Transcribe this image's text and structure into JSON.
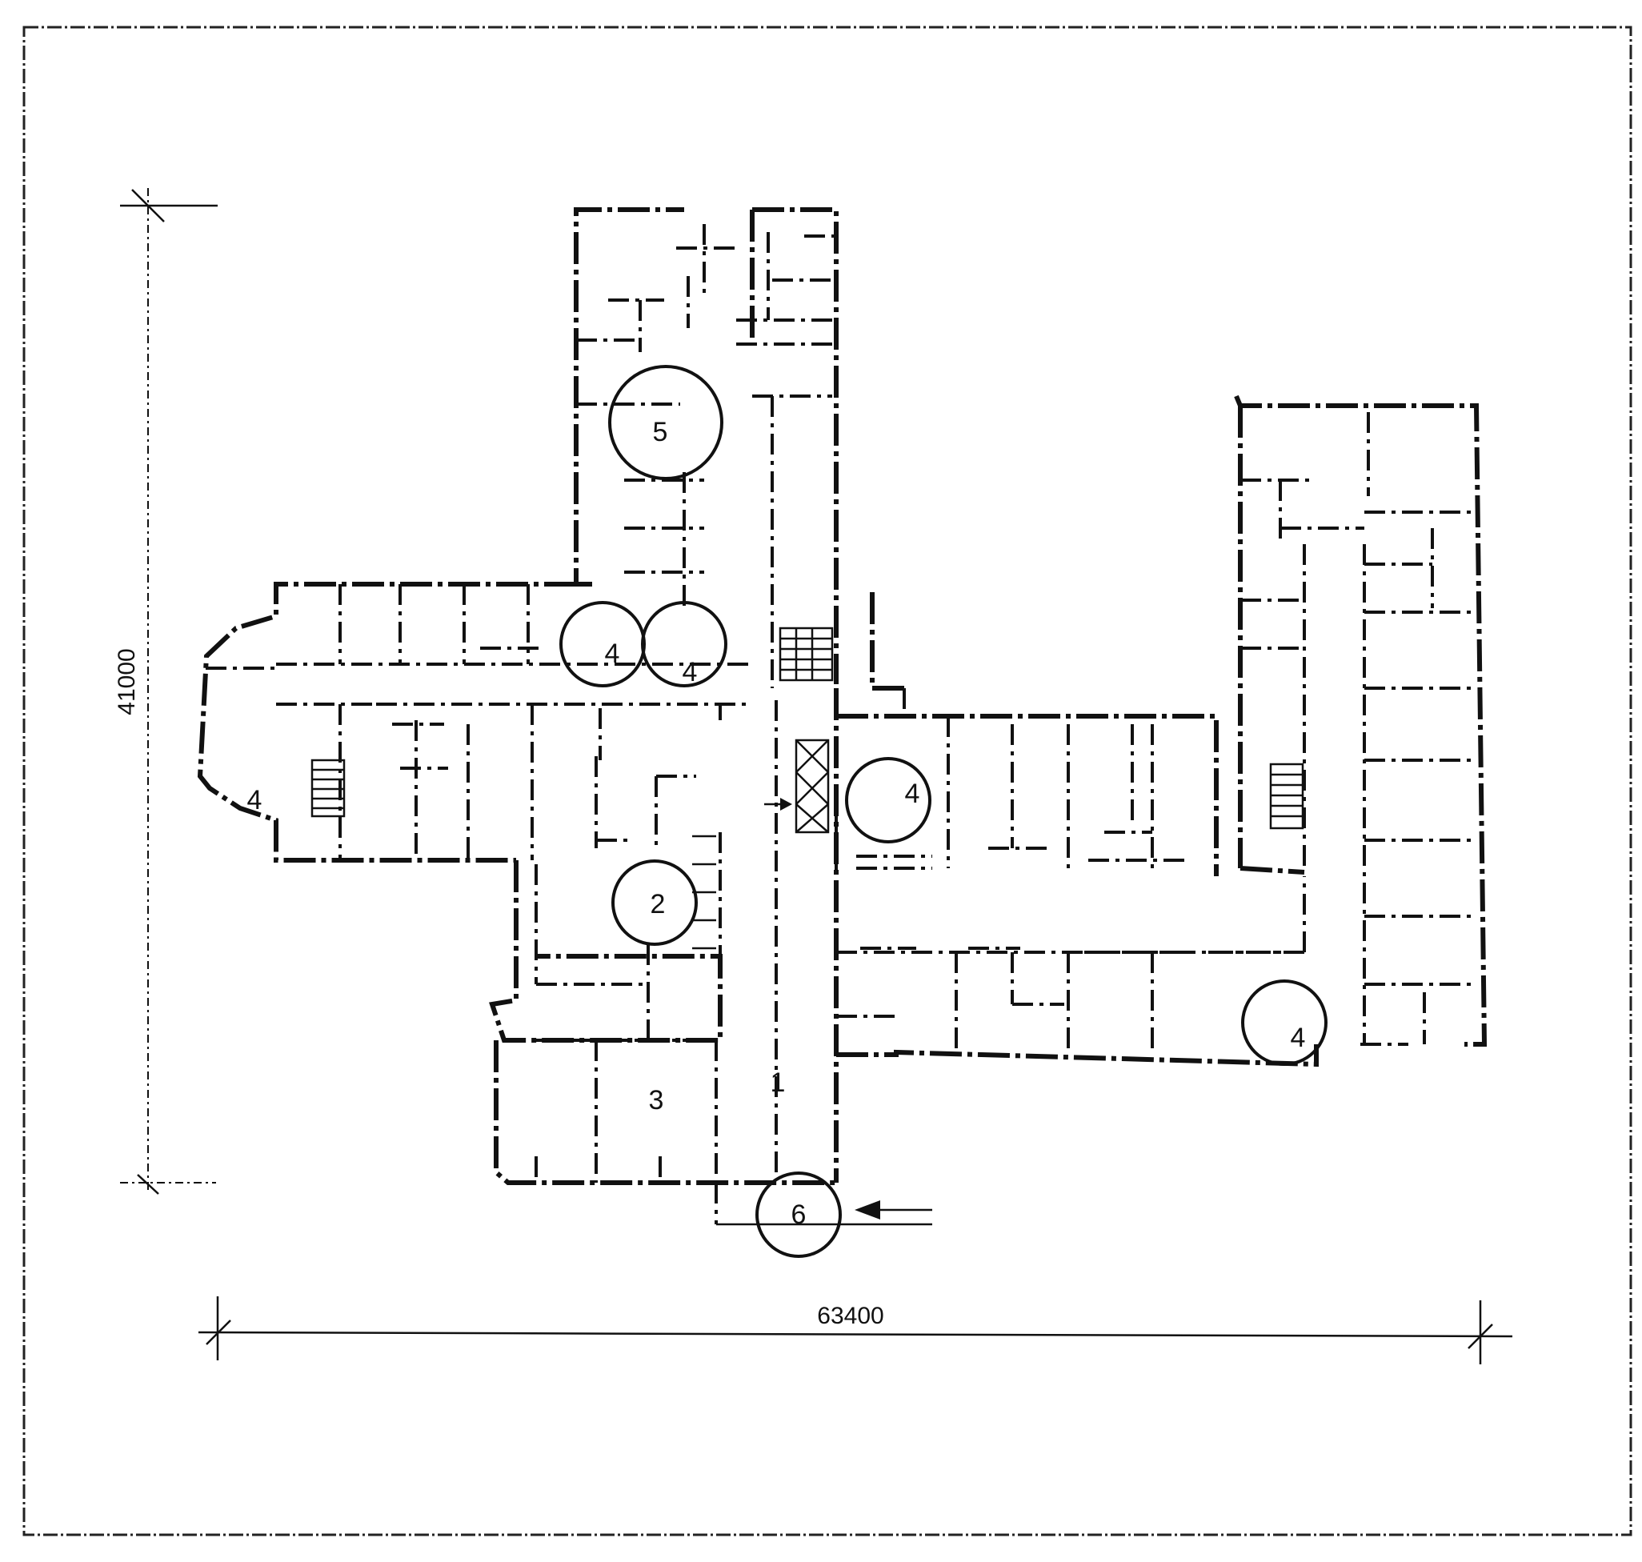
{
  "dimensions": {
    "width_label": "63400",
    "height_label": "41000"
  },
  "room_labels": {
    "corridor": "1",
    "circle_2": "2",
    "room_3": "3",
    "circle_4": "4",
    "circle_5": "5",
    "circle_6": "6"
  }
}
